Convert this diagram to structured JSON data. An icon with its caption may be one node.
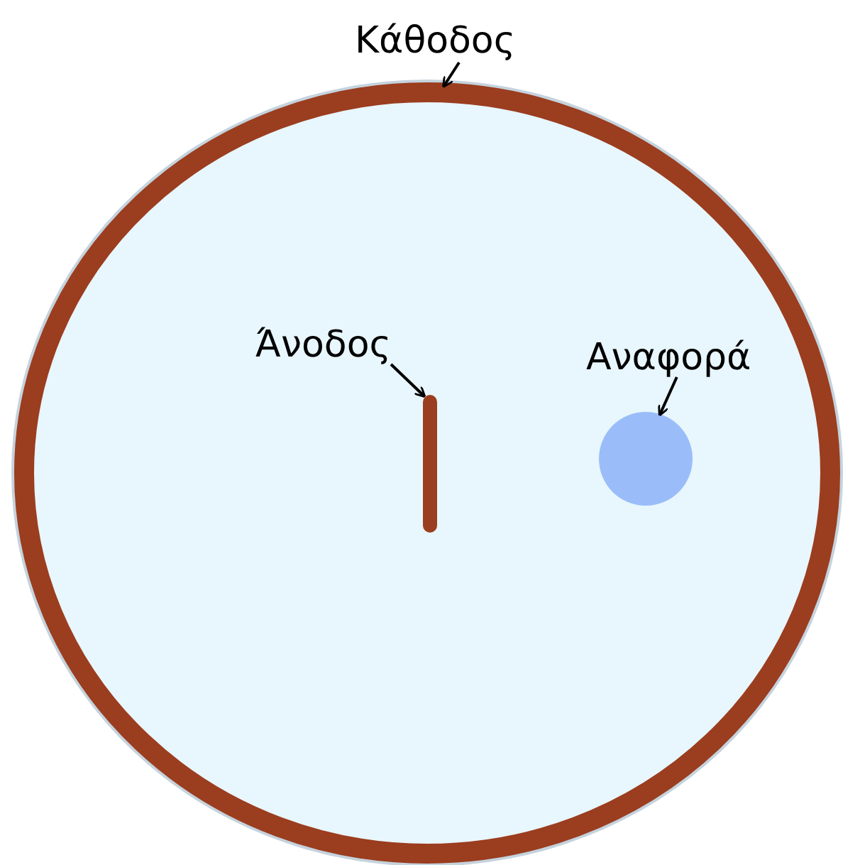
{
  "diagram": {
    "nodes": [
      {
        "text": [
          "Κάθοδος"
        ]
      },
      {
        "text": [],
        "shape": "ring"
      },
      {
        "text": [
          "Άνοδος"
        ],
        "in": 1
      },
      {
        "text": [],
        "shape": "bar",
        "in": 1
      },
      {
        "text": [
          "Αναφορά"
        ],
        "in": 1
      },
      {
        "text": [],
        "shape": "circle",
        "in": 1
      }
    ],
    "edges": [
      {
        "from": 0,
        "to": 1,
        "arrow": "to"
      },
      {
        "from": 2,
        "to": 3,
        "arrow": "to"
      },
      {
        "from": 4,
        "to": 5,
        "arrow": "to"
      }
    ]
  }
}
